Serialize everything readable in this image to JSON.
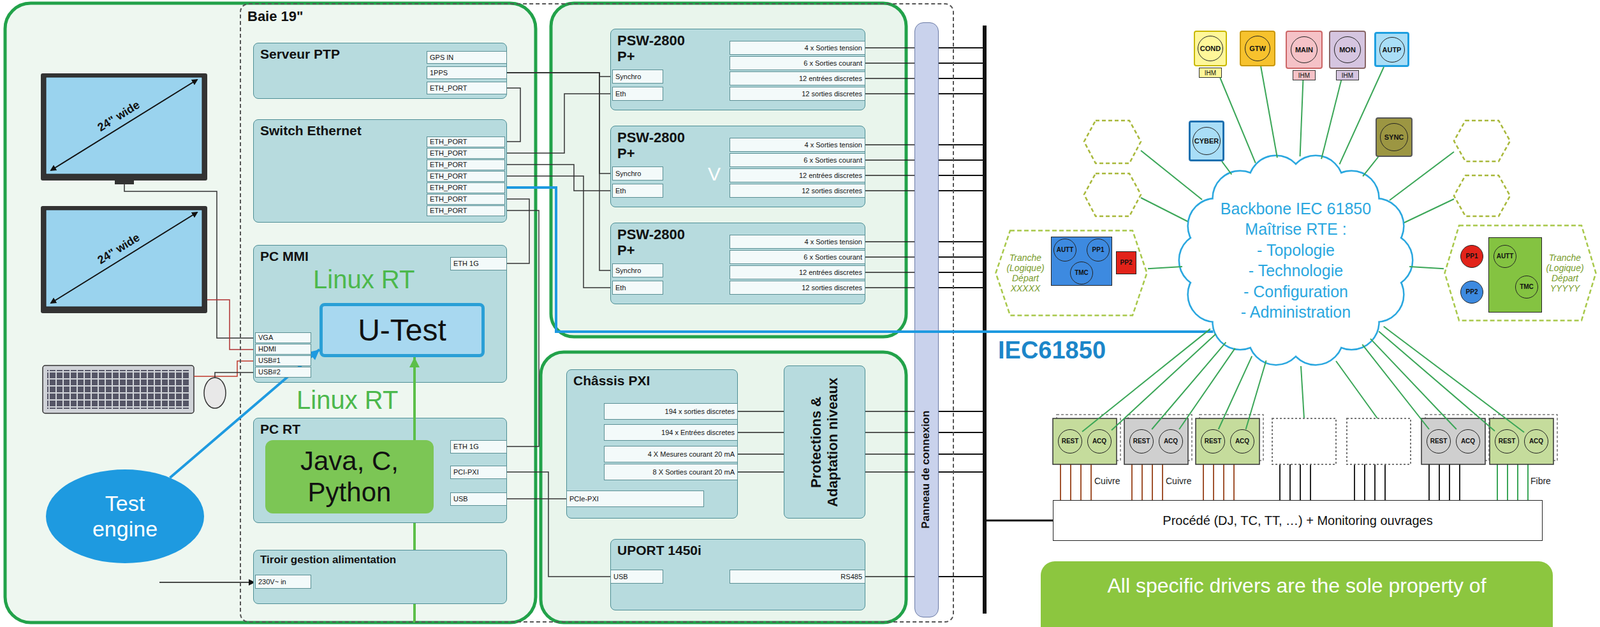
{
  "diagram": {
    "nodes": [
      {
        "text": [
          "Baie 19\""
        ]
      },
      {
        "text": [
          "Serveur PTP"
        ],
        "in": 0
      },
      {
        "text": [
          "Switch Ethernet"
        ],
        "in": 0
      },
      {
        "text": [
          "PC MMI"
        ],
        "in": 0
      },
      {
        "text": [
          "U-Test"
        ],
        "in": 3
      },
      {
        "text": [
          "PC RT"
        ],
        "in": 0
      },
      {
        "text": [
          "Java, C, Python"
        ],
        "in": 5
      },
      {
        "text": [
          "Tiroir gestion alimentation"
        ],
        "in": 0
      },
      {
        "text": [
          "PSW-2800 P+"
        ],
        "in": 0
      },
      {
        "text": [
          "PSW-2800 P+"
        ],
        "in": 0
      },
      {
        "text": [
          "PSW-2800 P+"
        ],
        "in": 0
      },
      {
        "text": [
          "Châssis PXI"
        ],
        "in": 0
      },
      {
        "text": [
          "Protections & Adaptation niveaux"
        ],
        "in": 0
      },
      {
        "text": [
          "UPORT 1450i"
        ],
        "in": 0
      },
      {
        "text": [
          "Panneau de connexion"
        ],
        "in": 0
      },
      {
        "text": [
          "Test engine"
        ]
      },
      {
        "text": [
          "Backbone IEC 61850 Maîtrise RTE :",
          "- Topologie",
          "- Technologie",
          "- Configuration",
          "- Administration"
        ]
      },
      {
        "text": [
          "COND",
          "IHM"
        ]
      },
      {
        "text": [
          "GTW"
        ]
      },
      {
        "text": [
          "MAIN",
          "IHM"
        ]
      },
      {
        "text": [
          "MON",
          "IHM"
        ]
      },
      {
        "text": [
          "AUTP"
        ]
      },
      {
        "text": [
          "CYBER"
        ]
      },
      {
        "text": [
          "SYNC"
        ]
      },
      {
        "text": [
          "Tranche (Logique) Départ XXXXX"
        ]
      },
      {
        "text": [
          "AUTT"
        ],
        "in": 24
      },
      {
        "text": [
          "PP1"
        ],
        "in": 24
      },
      {
        "text": [
          "TMC"
        ],
        "in": 24
      },
      {
        "text": [
          "PP2"
        ],
        "in": 24
      },
      {
        "text": [
          "Tranche (Logique) Départ YYYYY"
        ]
      },
      {
        "text": [
          "PP1"
        ],
        "in": 29
      },
      {
        "text": [
          "PP2"
        ],
        "in": 29
      },
      {
        "text": [
          "AUTT"
        ],
        "in": 29
      },
      {
        "text": [
          "TMC"
        ],
        "in": 29
      },
      {
        "text": [
          "REST"
        ]
      },
      {
        "text": [
          "ACQ"
        ]
      },
      {
        "text": [
          "REST"
        ]
      },
      {
        "text": [
          "ACQ"
        ]
      },
      {
        "text": [
          "REST"
        ]
      },
      {
        "text": [
          "ACQ"
        ]
      },
      {
        "text": [
          "REST"
        ]
      },
      {
        "text": [
          "ACQ"
        ]
      },
      {
        "text": [
          "REST"
        ]
      },
      {
        "text": [
          "ACQ"
        ]
      },
      {
        "text": [
          "Procédé (DJ, TC, TT, …) + Monitoring ouvrages"
        ]
      },
      {
        "text": [
          "All specific drivers are the sole property of"
        ]
      }
    ],
    "edges": [
      {
        "from": 15,
        "to": 4,
        "arrow": "to"
      },
      {
        "from": 6,
        "to": 4,
        "arrow": "to"
      },
      {
        "from": 2,
        "to": 16,
        "arrow": "none"
      },
      {
        "from": 1,
        "to": 2,
        "arrow": "none"
      },
      {
        "from": 1,
        "to": 8,
        "arrow": "none"
      },
      {
        "from": 1,
        "to": 9,
        "arrow": "none"
      },
      {
        "from": 1,
        "to": 10,
        "arrow": "none"
      },
      {
        "from": 2,
        "to": 8,
        "arrow": "none"
      },
      {
        "from": 2,
        "to": 9,
        "arrow": "none"
      },
      {
        "from": 2,
        "to": 10,
        "arrow": "none"
      },
      {
        "from": 2,
        "to": 3,
        "arrow": "none"
      },
      {
        "from": 2,
        "to": 5,
        "arrow": "none"
      },
      {
        "from": 5,
        "to": 11,
        "arrow": "none"
      },
      {
        "from": 5,
        "to": 13,
        "arrow": "none"
      },
      {
        "from": 16,
        "to": 17,
        "arrow": "none"
      },
      {
        "from": 16,
        "to": 18,
        "arrow": "none"
      },
      {
        "from": 16,
        "to": 19,
        "arrow": "none"
      },
      {
        "from": 16,
        "to": 20,
        "arrow": "none"
      },
      {
        "from": 16,
        "to": 21,
        "arrow": "none"
      },
      {
        "from": 16,
        "to": 22,
        "arrow": "none"
      },
      {
        "from": 16,
        "to": 23,
        "arrow": "none"
      },
      {
        "from": 16,
        "to": 24,
        "arrow": "none"
      },
      {
        "from": 16,
        "to": 29,
        "arrow": "none"
      },
      {
        "from": 16,
        "to": 34,
        "arrow": "none"
      },
      {
        "from": 16,
        "to": 35,
        "arrow": "none"
      },
      {
        "from": 16,
        "to": 36,
        "arrow": "none"
      },
      {
        "from": 16,
        "to": 37,
        "arrow": "none"
      },
      {
        "from": 16,
        "to": 38,
        "arrow": "none"
      },
      {
        "from": 16,
        "to": 39,
        "arrow": "none"
      },
      {
        "from": 16,
        "to": 40,
        "arrow": "none"
      },
      {
        "from": 16,
        "to": 41,
        "arrow": "none"
      },
      {
        "from": 16,
        "to": 42,
        "arrow": "none"
      },
      {
        "from": 16,
        "to": 43,
        "arrow": "none"
      }
    ],
    "labels": [
      "GPS IN",
      "1PPS",
      "ETH_PORT",
      "ETH_PORT",
      "ETH_PORT",
      "ETH_PORT",
      "ETH_PORT",
      "ETH_PORT",
      "ETH_PORT",
      "ETH_PORT",
      "ETH 1G",
      "VGA",
      "HDMI",
      "USB#1",
      "USB#2",
      "Linux RT",
      "Linux RT",
      "ETH 1G",
      "PCI-PXI",
      "USB",
      "230V~ in",
      "Synchro",
      "Eth",
      "4 x Sorties tension",
      "6 x Sorties courant",
      "12 entrées discretes",
      "12 sorties discretes",
      "Synchro",
      "Eth",
      "4 x Sorties tension",
      "6 x Sorties courant",
      "12 entrées discretes",
      "12 sorties discretes",
      "V",
      "Synchro",
      "Eth",
      "4 x Sorties tension",
      "6 x Sorties courant",
      "12 entrées discretes",
      "12 sorties discretes",
      "194 x sorties discretes",
      "194 x Entrées discretes",
      "4 X Mesures courant 20 mA",
      "8 X Sorties courant 20 mA",
      "PCIe-PXI",
      "USB",
      "RS485",
      "24\" wide",
      "24\" wide",
      "IEC61850",
      "Cuivre",
      "Cuivre",
      "Fibre"
    ]
  }
}
